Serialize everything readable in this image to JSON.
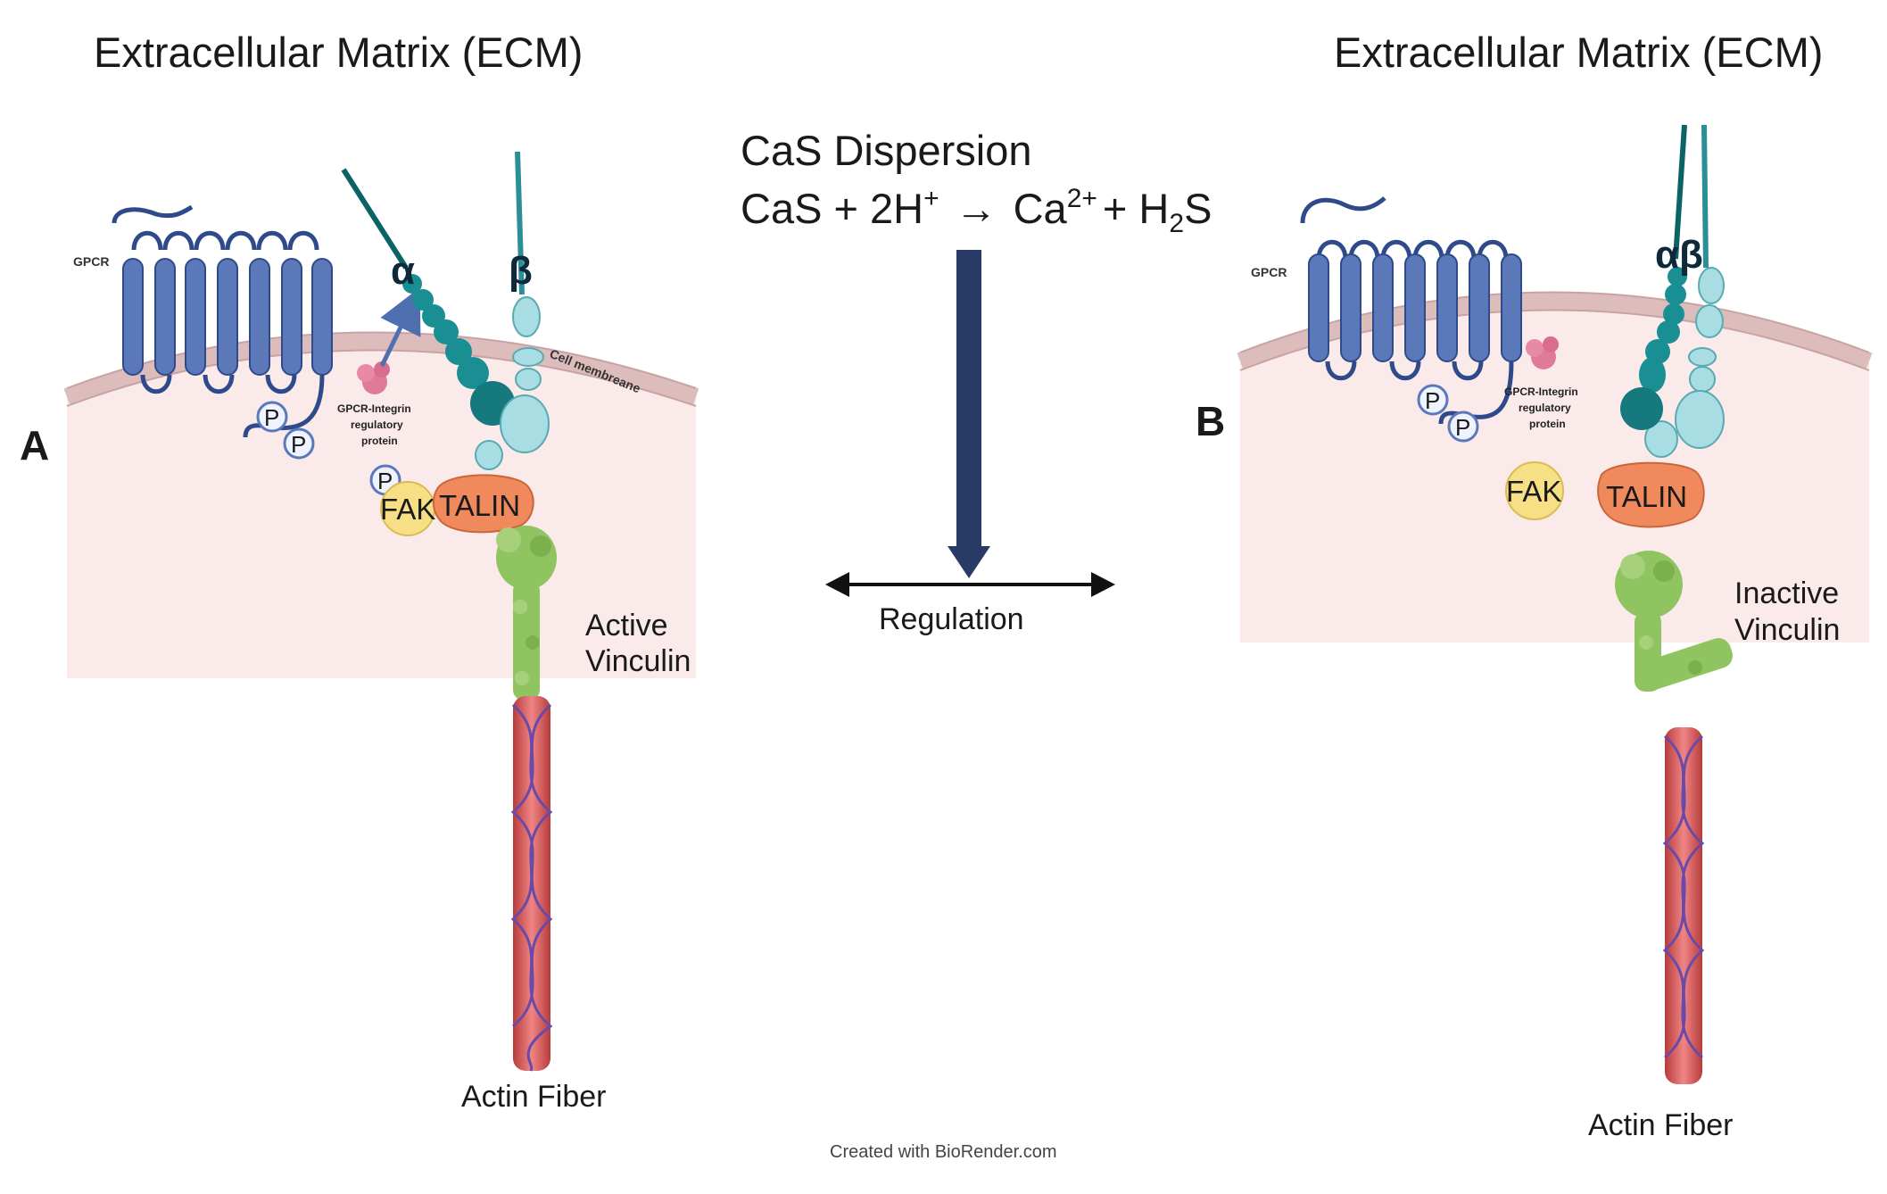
{
  "panel_a": {
    "title": "Extracellular Matrix (ECM)",
    "letter": "A",
    "gpcr_label": "GPCR",
    "phospho": [
      "P",
      "P",
      "P"
    ],
    "alpha": "α",
    "beta": "β",
    "membrane_label": "Cell membreane",
    "regulatory_protein": [
      "GPCR-Integrin",
      "regulatory",
      "protein"
    ],
    "fak": "FAK",
    "talin": "TALIN",
    "vinculin": [
      "Active",
      "Vinculin"
    ],
    "actin": "Actin Fiber"
  },
  "panel_b": {
    "title": "Extracellular Matrix (ECM)",
    "letter": "B",
    "gpcr_label": "GPCR",
    "phospho": [
      "P",
      "P"
    ],
    "alphabeta": "αβ",
    "regulatory_protein": [
      "GPCR-Integrin",
      "regulatory",
      "protein"
    ],
    "fak": "FAK",
    "talin": "TALIN",
    "vinculin": [
      "Inactive",
      "Vinculin"
    ],
    "actin": "Actin Fiber"
  },
  "center": {
    "heading": "CaS Dispersion",
    "equation": {
      "lhs": "CaS + 2H",
      "lhs_sup": "+",
      "arrow": "→",
      "ca": "Ca",
      "ca_sup": "2+",
      "plus": "+ H",
      "h2_sub": "2",
      "s": "S"
    },
    "regulation": "Regulation",
    "credit": "Created with BioRender.com"
  },
  "colors": {
    "gpcr": "#5b78b8",
    "gpcr_dark": "#2f4a8a",
    "membrane": "#ddbcbc",
    "cytoplasm": "#fbeaea",
    "alpha": "#1a8f93",
    "beta": "#a7dde3",
    "talin": "#f08a5d",
    "fak": "#f7df86",
    "vinculin": "#8fc460",
    "actin": "#d9534f",
    "arrow": "#283a66"
  }
}
